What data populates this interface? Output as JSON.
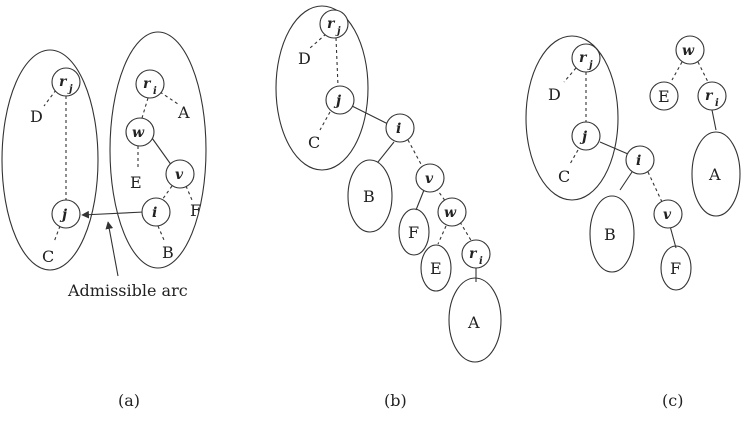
{
  "labels": {
    "r": "r",
    "sub_j": "j",
    "sub_i": "i",
    "j": "j",
    "i": "i",
    "w": "w",
    "v": "v",
    "A": "A",
    "B": "B",
    "C": "C",
    "D": "D",
    "E": "E",
    "F": "F"
  },
  "annotation": "Admissible arc",
  "captions": [
    "(a)",
    "(b)",
    "(c)"
  ]
}
